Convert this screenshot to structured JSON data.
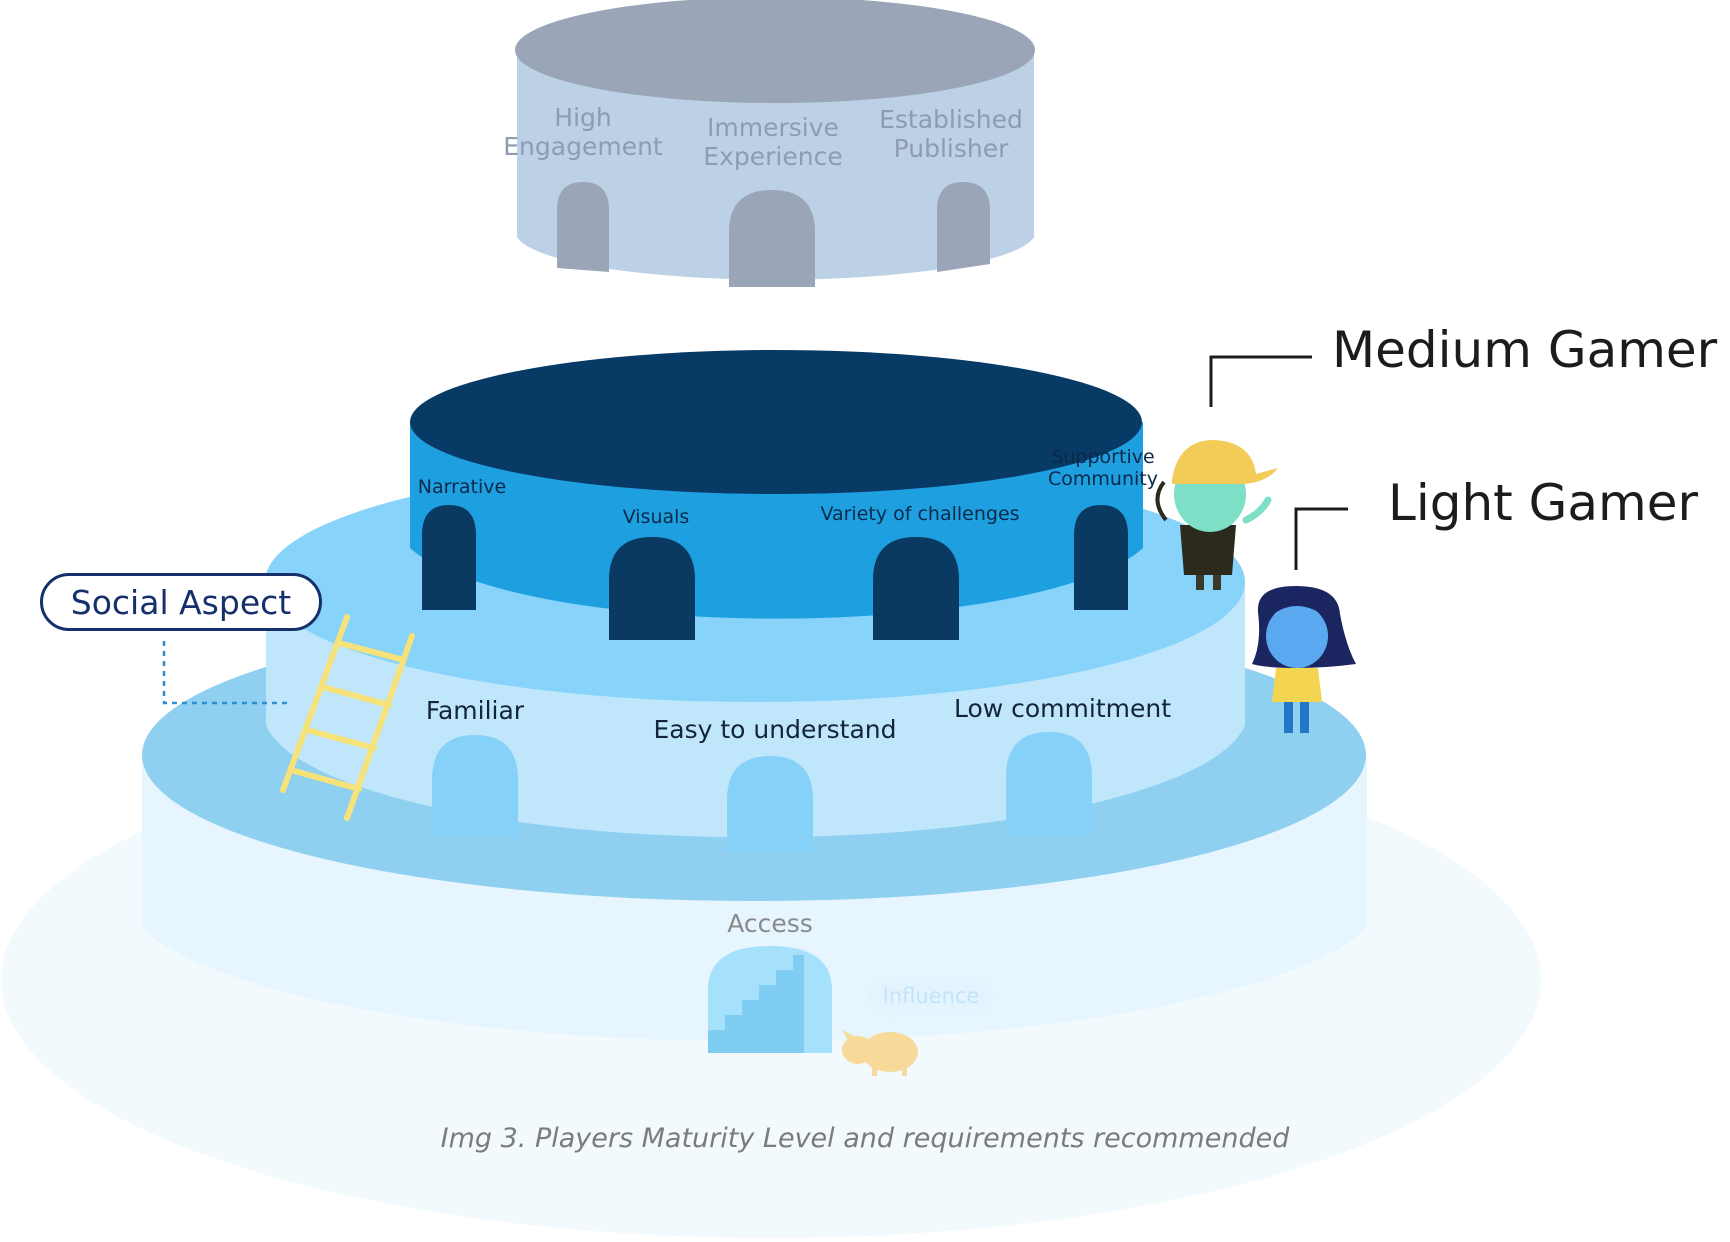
{
  "diagram": {
    "top_tier": {
      "labels": [
        "High\nEngagement",
        "Immersive\nExperience",
        "Established\nPublisher"
      ]
    },
    "middle_tier": {
      "labels": [
        "Narrative",
        "Visuals",
        "Variety of challenges",
        "Supportive\nCommunity"
      ]
    },
    "lower_tier": {
      "labels": [
        "Familiar",
        "Easy to understand",
        "Low commitment"
      ]
    },
    "base_tier": {
      "access_label": "Access"
    },
    "social_aspect": "Social Aspect",
    "influence_bubble": "Influence",
    "gamers": {
      "medium": "Medium Gamer",
      "light": "Light Gamer"
    },
    "caption": "Img 3. Players Maturity Level and requirements recommended",
    "colors": {
      "top_tier": "#bdd1e6",
      "top_roof": "#9aa5b8",
      "middle_tier": "#1e9fe0",
      "middle_roof": "#083a66",
      "lower_tier": "#bfe6fb",
      "lower_roof": "#87d3fa",
      "base_tier": "#e6f5fd",
      "base_roof": "#8fcff0",
      "ladder": "#f6e27a",
      "pet": "#f7d99a"
    }
  }
}
